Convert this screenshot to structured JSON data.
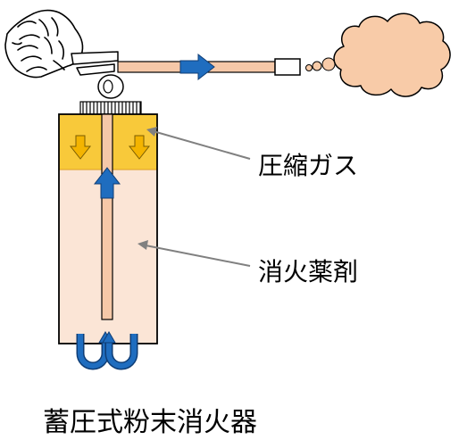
{
  "labels": {
    "compressed_gas": "圧縮ガス",
    "extinguishing_agent": "消火薬剤",
    "title": "蓄圧式粉末消火器"
  },
  "colors": {
    "gas": "#f8c93a",
    "agent": "#fbe5d6",
    "tube": "#f5c8a8",
    "cloud": "#f8cba8",
    "arrow_blue": "#1f6dbf",
    "arrow_yellow": "#f4b400",
    "pointer": "#808080"
  },
  "icons": [
    "hand-icon",
    "arrow-icon",
    "cloud-icon"
  ]
}
